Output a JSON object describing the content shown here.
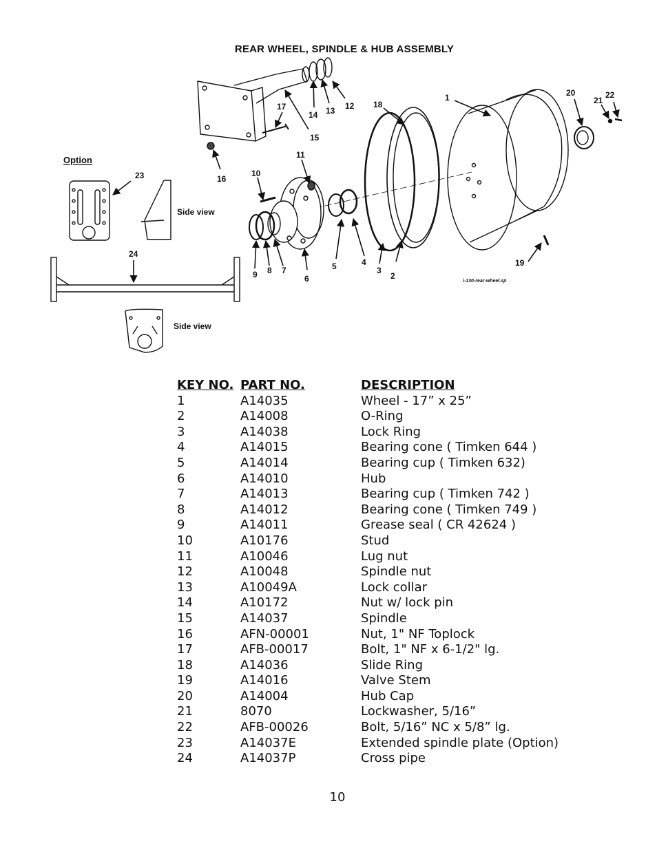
{
  "diagram": {
    "title": "REAR WHEEL, SPINDLE & HUB ASSEMBLY",
    "option_label": "Option",
    "side_view_label_1": "Side view",
    "side_view_label_2": "Side view",
    "image_code": "i-130-rear-wheel.sp",
    "callouts": [
      "1",
      "2",
      "3",
      "4",
      "5",
      "6",
      "7",
      "8",
      "9",
      "10",
      "11",
      "12",
      "13",
      "14",
      "15",
      "16",
      "17",
      "18",
      "19",
      "20",
      "21",
      "22",
      "23",
      "24"
    ]
  },
  "parts_table": {
    "headers": {
      "key": "KEY NO.",
      "part": "PART  NO.",
      "desc": "DESCRIPTION"
    },
    "rows": [
      {
        "key": "1",
        "part": "A14035",
        "desc": "Wheel - 17” x 25”"
      },
      {
        "key": "2",
        "part": "A14008",
        "desc": "O-Ring"
      },
      {
        "key": "3",
        "part": "A14038",
        "desc": "Lock Ring"
      },
      {
        "key": "4",
        "part": "A14015",
        "desc": "Bearing cone ( Timken 644 )"
      },
      {
        "key": "5",
        "part": "A14014",
        "desc": "Bearing cup ( Timken 632)"
      },
      {
        "key": "6",
        "part": "A14010",
        "desc": "Hub"
      },
      {
        "key": "7",
        "part": "A14013",
        "desc": "Bearing cup ( Timken 742 )"
      },
      {
        "key": "8",
        "part": "A14012",
        "desc": "Bearing cone ( Timken 749 )"
      },
      {
        "key": "9",
        "part": "A14011",
        "desc": "Grease seal ( CR 42624 )"
      },
      {
        "key": "10",
        "part": "A10176",
        "desc": "Stud"
      },
      {
        "key": "11",
        "part": "A10046",
        "desc": "Lug nut"
      },
      {
        "key": "12",
        "part": "A10048",
        "desc": "Spindle nut"
      },
      {
        "key": "13",
        "part": "A10049A",
        "desc": "Lock collar"
      },
      {
        "key": "14",
        "part": "A10172",
        "desc": "Nut w/ lock pin"
      },
      {
        "key": "15",
        "part": "A14037",
        "desc": "Spindle"
      },
      {
        "key": "16",
        "part": "AFN-00001",
        "desc": "Nut, 1\" NF Toplock"
      },
      {
        "key": "17",
        "part": "AFB-00017",
        "desc": "Bolt, 1\" NF x 6-1/2\" lg."
      },
      {
        "key": "18",
        "part": "A14036",
        "desc": "Slide Ring"
      },
      {
        "key": "19",
        "part": "A14016",
        "desc": "Valve Stem"
      },
      {
        "key": "20",
        "part": "A14004",
        "desc": "Hub Cap"
      },
      {
        "key": "21",
        "part": "8070",
        "desc": "Lockwasher, 5/16”"
      },
      {
        "key": "22",
        "part": "AFB-00026",
        "desc": "Bolt, 5/16” NC x 5/8” lg."
      },
      {
        "key": "23",
        "part": "A14037E",
        "desc": "Extended spindle plate (Option)"
      },
      {
        "key": "24",
        "part": "A14037P",
        "desc": "Cross pipe"
      }
    ]
  },
  "page_number": "10"
}
